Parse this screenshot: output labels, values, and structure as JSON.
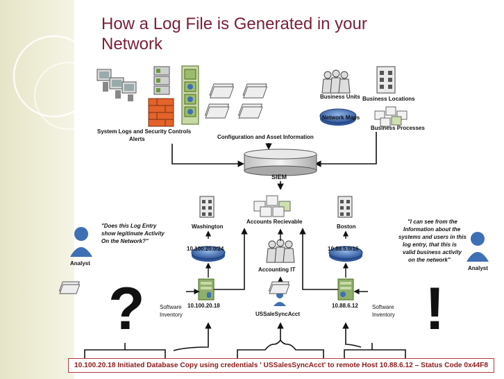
{
  "slide": {
    "title_line1": "How a Log File is Generated in your",
    "title_line2": "Network"
  },
  "diagram": {
    "sources": {
      "system_logs_line1": "System Logs and Security Controls",
      "system_logs_line2": "Alerts",
      "configuration": "Configuration and Asset Information",
      "business_units": "Business Units",
      "business_locations": "Business Locations",
      "network_maps": "Network Maps",
      "business_processes": "Business Processes"
    },
    "siem": "SIEM",
    "accounts": "Accounts Recievable",
    "left_site": {
      "location": "Washington",
      "subnet": "10.100.20.0/24",
      "host": "10.100.20.18",
      "software_line1": "Software",
      "software_line2": "Inventory"
    },
    "right_site": {
      "location": "Boston",
      "subnet": "10.88.5.0/16",
      "host": "10.88.6.12",
      "software_line1": "Software",
      "software_line2": "Inventory"
    },
    "accounting": "Accounting IT",
    "account_user": "USSaleSyncAcct",
    "left_analyst": {
      "label": "Analyst",
      "quote_line1": "\"Does this Log Entry",
      "quote_line2": "show legitimate Activity",
      "quote_line3": "On the Network?\"",
      "symbol": "?"
    },
    "right_analyst": {
      "label": "Analyst",
      "quote_line1": "\"I can see from the",
      "quote_line2": "Information about the",
      "quote_line3": "systems and users in this",
      "quote_line4": "log entry, that this is",
      "quote_line5": "valid business activity",
      "quote_line6": "on the network\"",
      "symbol": "!"
    },
    "log_entry": "10.100.20.18 Initiated Database Copy using  credentials ' USSalesSyncAcct' to remote Host 10.88.6.12 – Status Code 0x44F8"
  },
  "colors": {
    "title": "#7a1f36",
    "log_text": "#8b1a1a",
    "log_border": "#b13a3a",
    "sidebar": "#e6e4c7",
    "router": "#3f6fb5",
    "server": "#8fb06a"
  }
}
